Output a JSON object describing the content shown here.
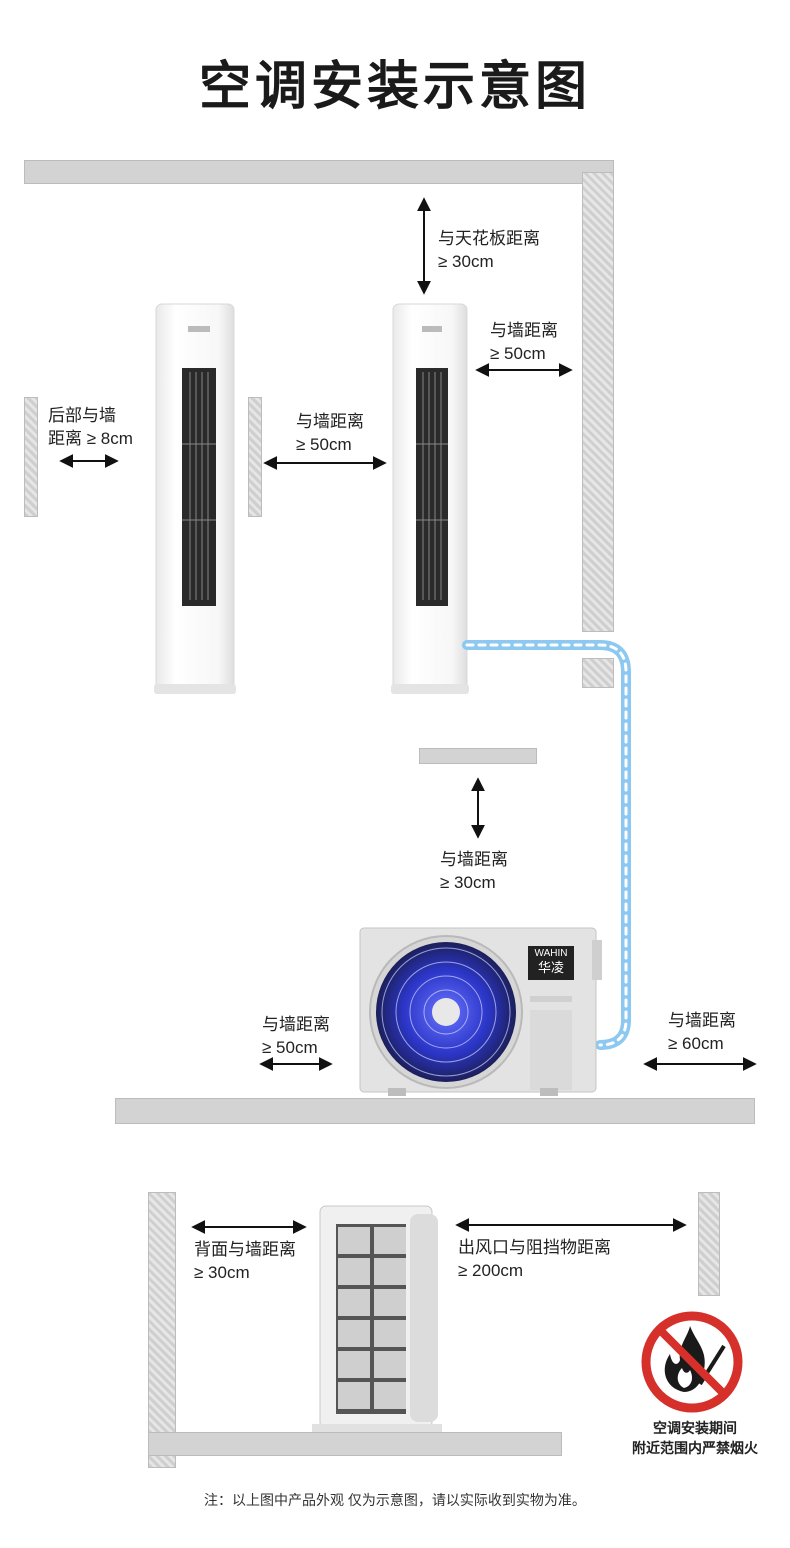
{
  "title": "空调安装示意图",
  "labels": {
    "ceiling": [
      "与天花板距离",
      "≥ 30cm"
    ],
    "right_wall_top": [
      "与墙距离",
      "≥ 50cm"
    ],
    "rear_wall": [
      "后部与墙",
      "距离 ≥ 8cm"
    ],
    "between_units": [
      "与墙距离",
      "≥ 50cm"
    ],
    "outdoor_top": [
      "与墙距离",
      "≥ 30cm"
    ],
    "outdoor_left": [
      "与墙距离",
      "≥ 50cm"
    ],
    "outdoor_right": [
      "与墙距离",
      "≥ 60cm"
    ],
    "back_wall": [
      "背面与墙距离",
      "≥ 30cm"
    ],
    "outlet": [
      "出风口与阻挡物距离",
      "≥ 200cm"
    ]
  },
  "brand": {
    "en": "WAHIN",
    "cn": "华凌"
  },
  "warning": [
    "空调安装期间",
    "附近范围内严禁烟火"
  ],
  "note": "注：以上图中产品外观 仅为示意图，请以实际收到实物为准。",
  "colors": {
    "pipe": "#8cc8f0",
    "warning_red": "#d6302a",
    "wall": "#d3d3d3",
    "fan_blue": "#2b36c8"
  },
  "icons": [
    "no-fire-icon",
    "fan-icon"
  ]
}
